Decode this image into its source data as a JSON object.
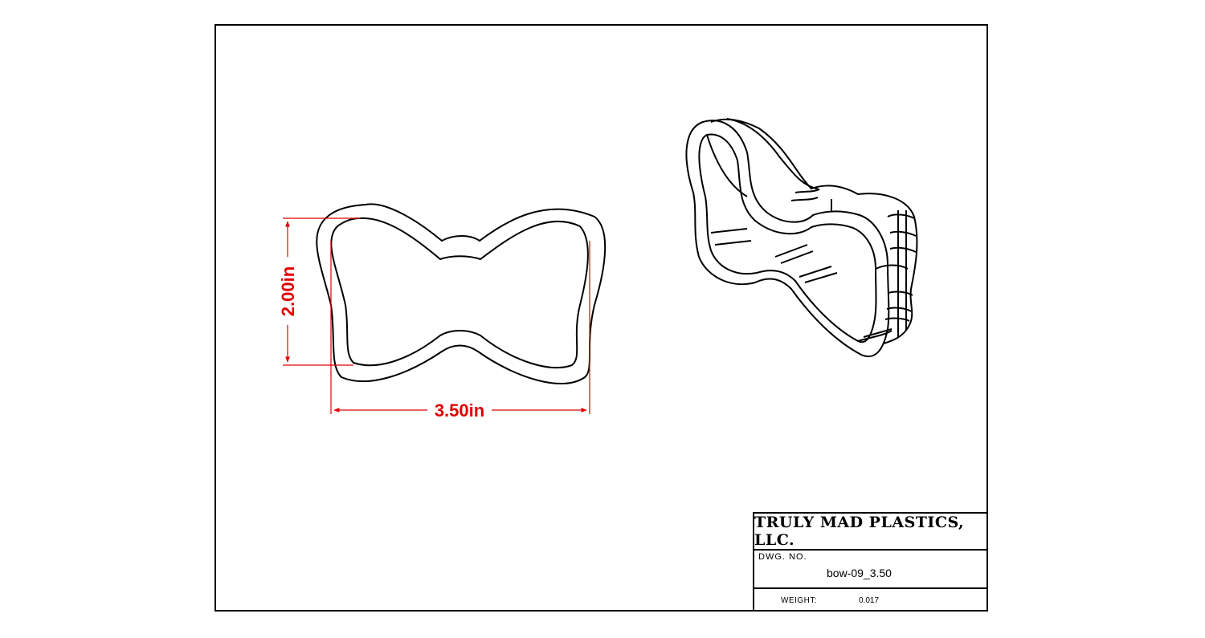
{
  "dimensions": {
    "height_label": "2.00in",
    "width_label": "3.50in",
    "color": "#e00000"
  },
  "title_block": {
    "company": "TRULY MAD PLASTICS, LLC.",
    "dwg_no_label": "DWG. NO.",
    "dwg_no_value": "bow-09_3.50",
    "weight_label": "WEIGHT:",
    "weight_value": "0.017"
  },
  "colors": {
    "line": "#000000",
    "background": "#ffffff"
  }
}
